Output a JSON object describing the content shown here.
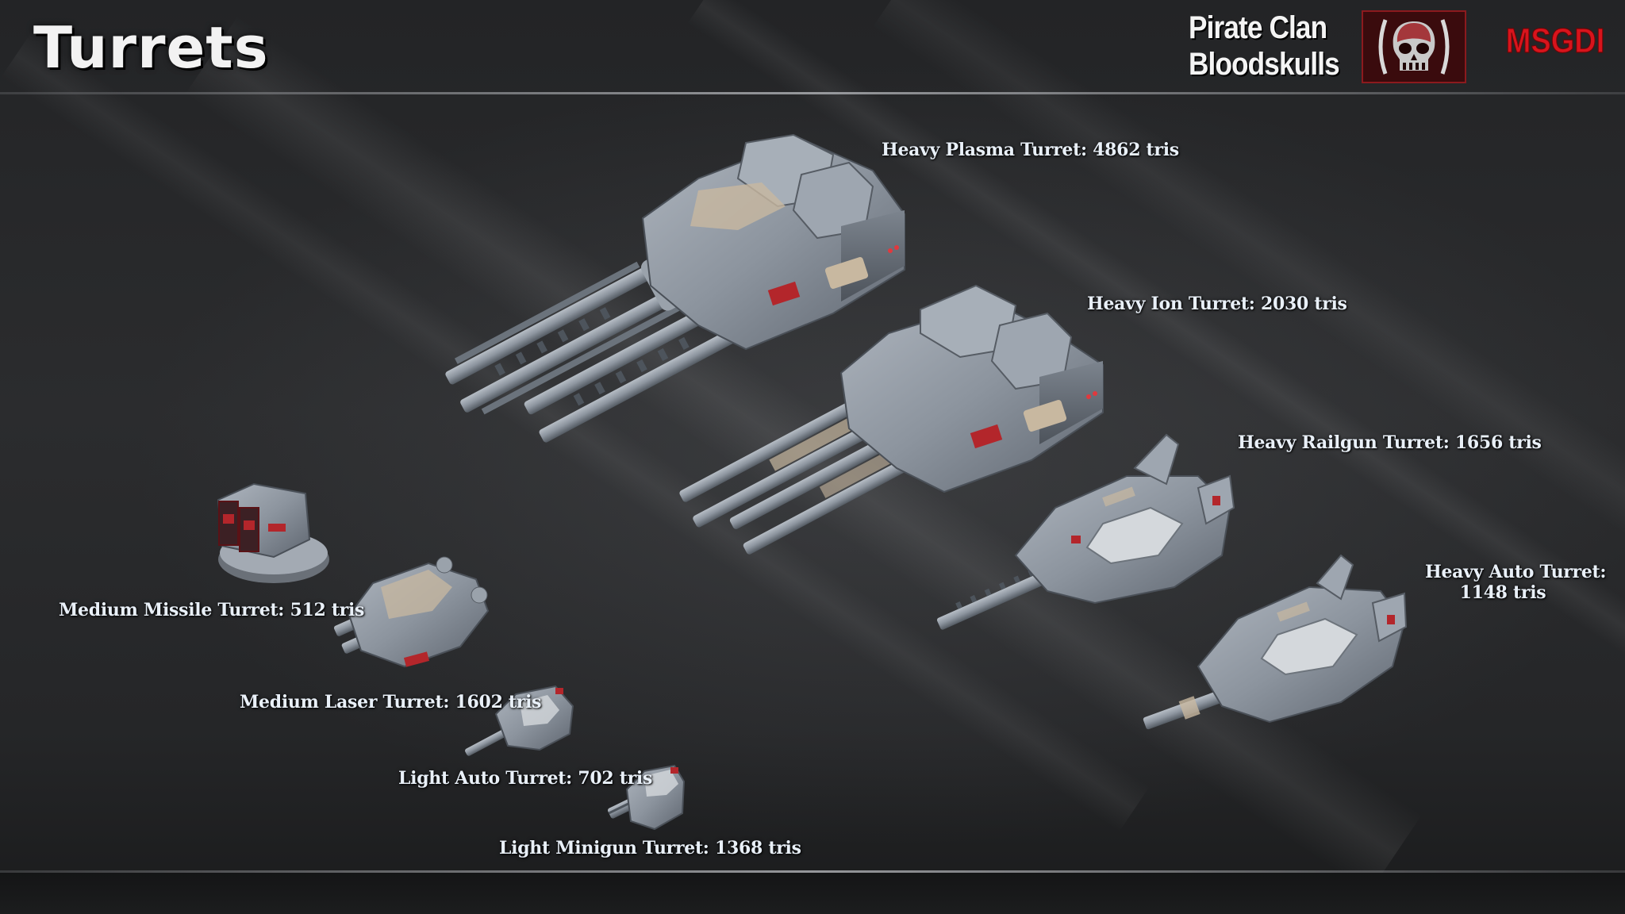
{
  "header": {
    "title": "Turrets",
    "clan_name_line1": "Pirate Clan",
    "clan_name_line2": "Bloodskulls",
    "studio_logo_text": "MSGDI"
  },
  "turrets": [
    {
      "id": "heavy-plasma",
      "label": "Heavy Plasma Turret: 4862 tris"
    },
    {
      "id": "heavy-ion",
      "label": "Heavy Ion Turret: 2030 tris"
    },
    {
      "id": "heavy-railgun",
      "label": "Heavy Railgun Turret: 1656 tris"
    },
    {
      "id": "heavy-auto",
      "label_line1": "Heavy Auto Turret:",
      "label_line2": "1148 tris"
    },
    {
      "id": "medium-missile",
      "label": "Medium Missile Turret: 512 tris"
    },
    {
      "id": "medium-laser",
      "label": "Medium Laser Turret: 1602 tris"
    },
    {
      "id": "light-auto",
      "label": "Light Auto Turret: 702 tris"
    },
    {
      "id": "light-minigun",
      "label": "Light Minigun Turret: 1368 tris"
    }
  ],
  "colors": {
    "background": "#2a2b2d",
    "label_text": "#e9f0f8",
    "hull_grey": "#8a929c",
    "hull_tan": "#c8b8a0",
    "accent_red": "#b3262b",
    "studio_logo": "#d8141c"
  }
}
